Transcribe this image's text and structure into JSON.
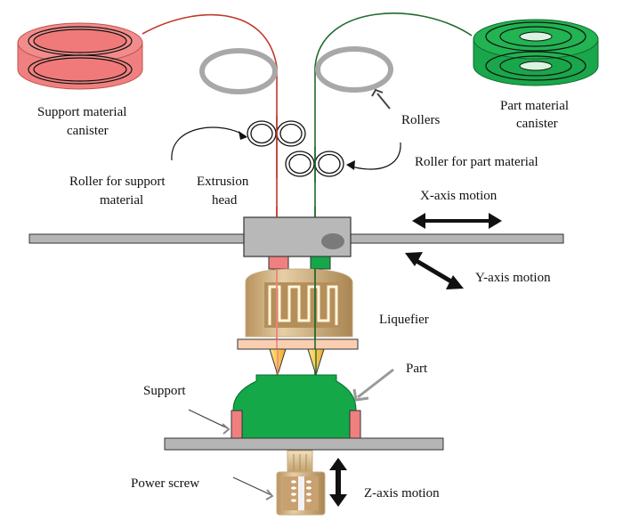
{
  "title": "Fused deposition modeling schematic",
  "labels": {
    "support_canister": [
      "Support material",
      "canister"
    ],
    "part_canister": [
      "Part material",
      "canister"
    ],
    "rollers": "Rollers",
    "roller_support": [
      "Roller for support",
      "material"
    ],
    "extrusion_head": [
      "Extrusion",
      "head"
    ],
    "roller_part": "Roller for part material",
    "x_axis": "X-axis motion",
    "y_axis": "Y-axis motion",
    "liquefier": "Liquefier",
    "part": "Part",
    "support": "Support",
    "power_screw": "Power screw",
    "z_axis": "Z-axis motion"
  },
  "colors": {
    "support_material": "#f08080",
    "support_filament": "#c0392b",
    "part_material": "#1aa64a",
    "part_filament": "#1e6b2e",
    "rail": "#b5b5b5",
    "head": "#b8b8b8",
    "liquefier": "#c9a878",
    "platform": "#b5b5b5",
    "nozzle": "#f5c842"
  }
}
